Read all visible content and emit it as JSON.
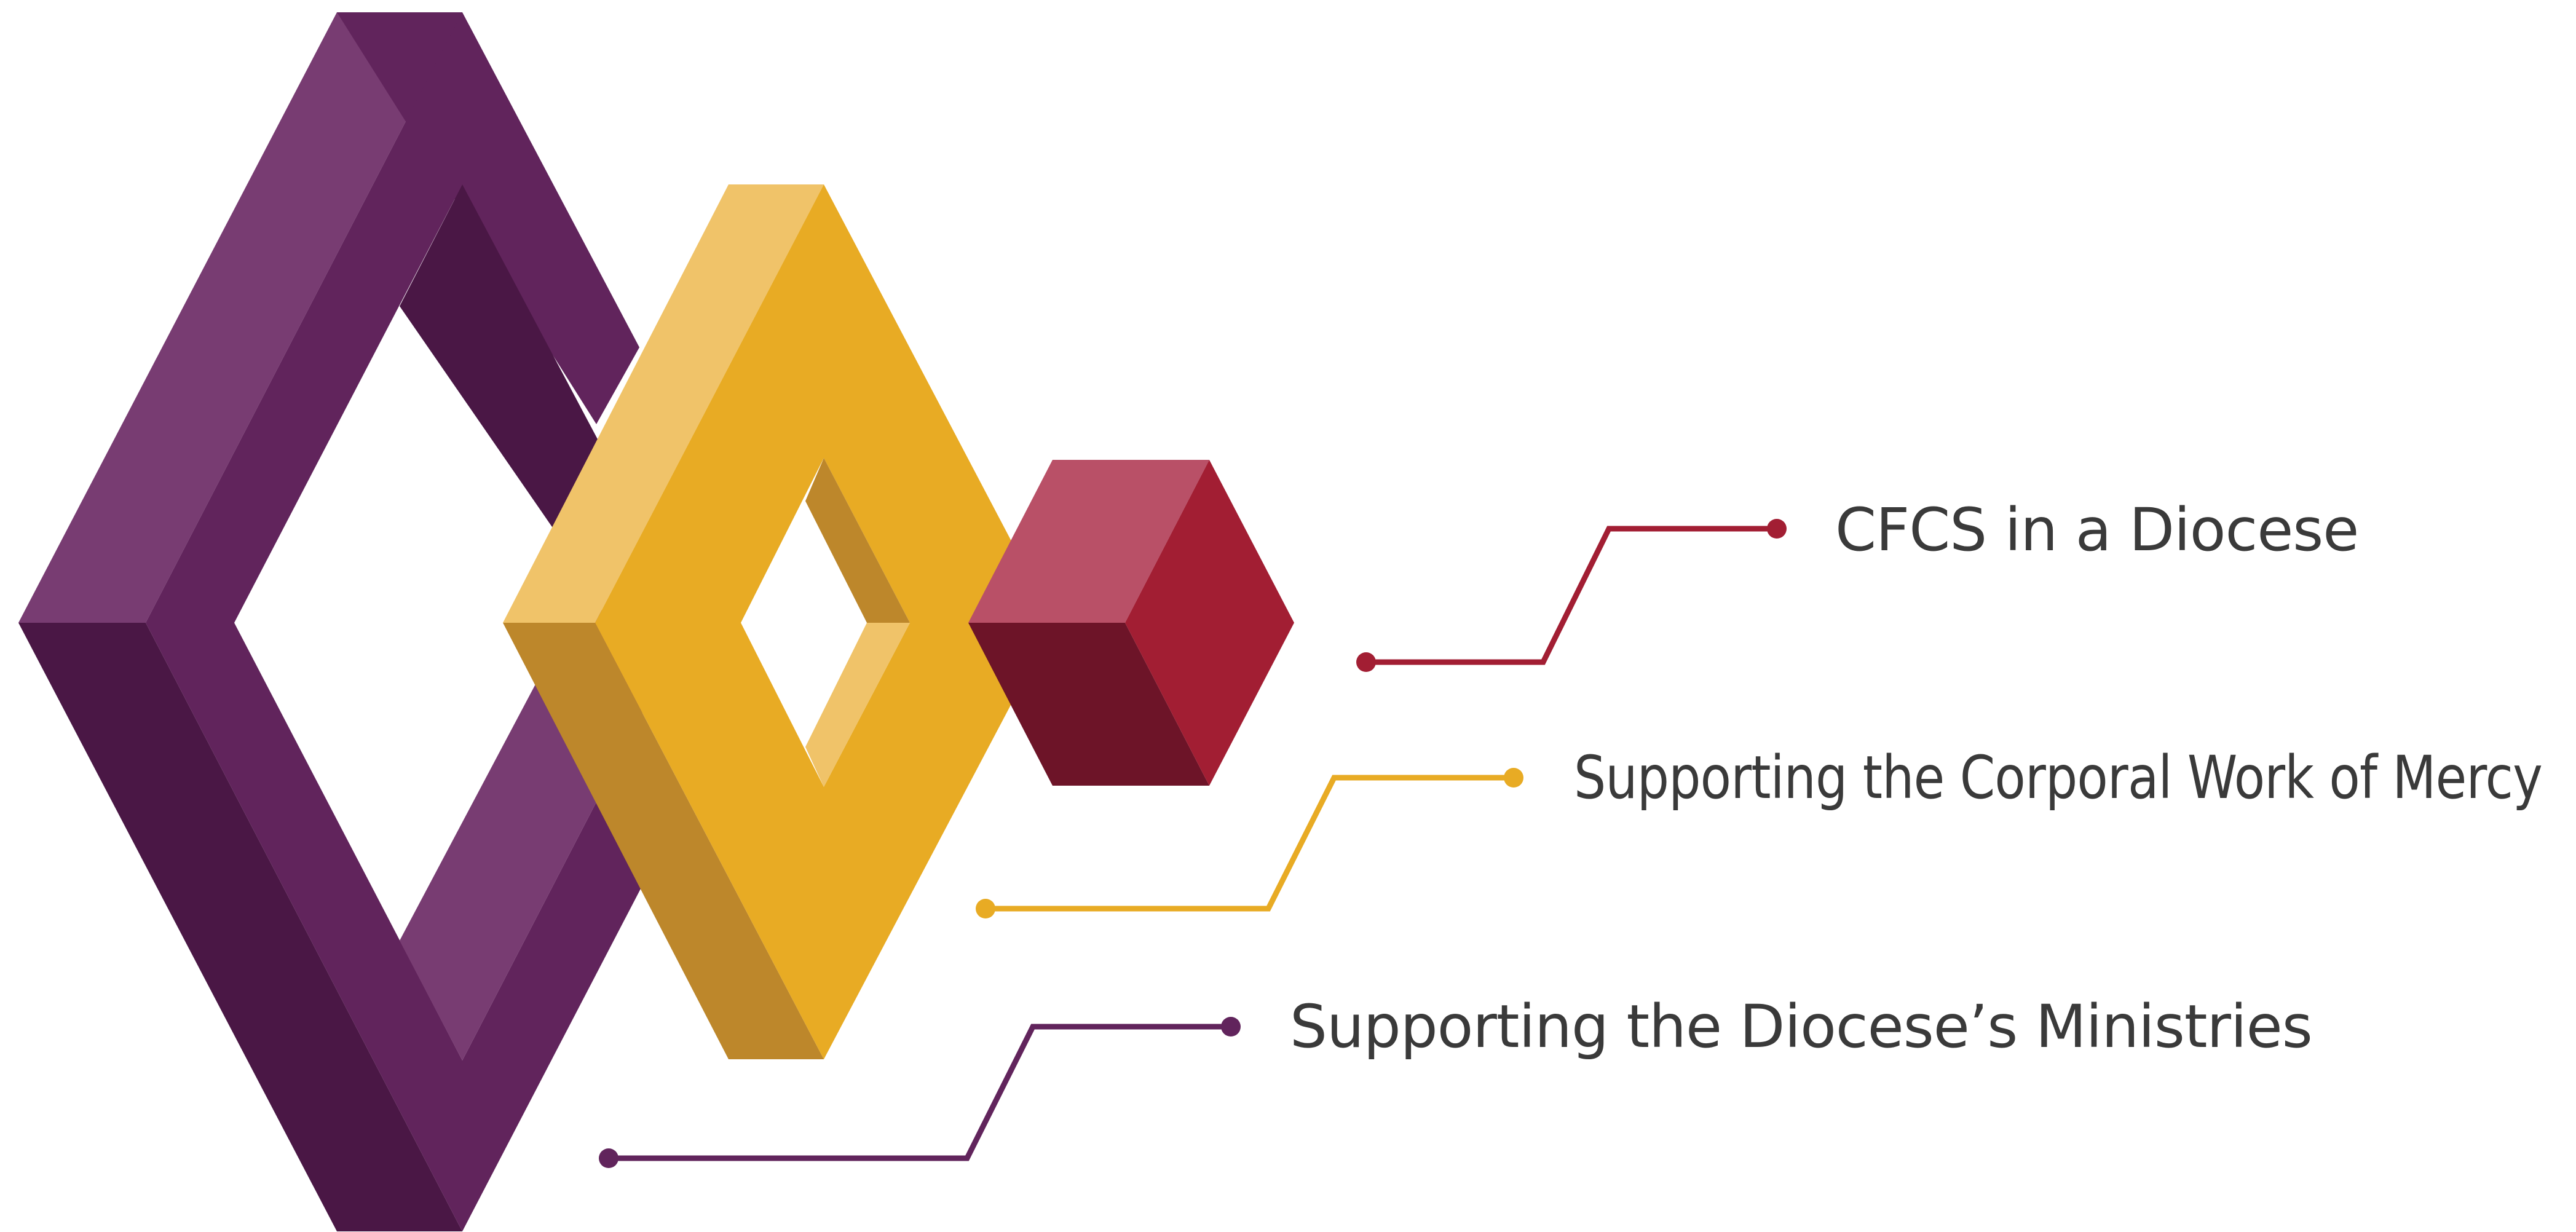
{
  "labels": {
    "cfcs": "CFCS in a Diocese",
    "corporal": "Supporting the Corporal Work of Mercy",
    "ministries": "Supporting the Diocese’s Ministries"
  },
  "colors": {
    "purple_light": "#783c72",
    "purple_mid": "#61245c",
    "purple_dark": "#4a1745",
    "gold_light": "#f0c369",
    "gold_mid": "#e8ab24",
    "gold_dark": "#bd872b",
    "red_light": "#b95067",
    "red_mid": "#a21e33",
    "red_dark": "#6d1428",
    "text": "#3a3a3a"
  }
}
